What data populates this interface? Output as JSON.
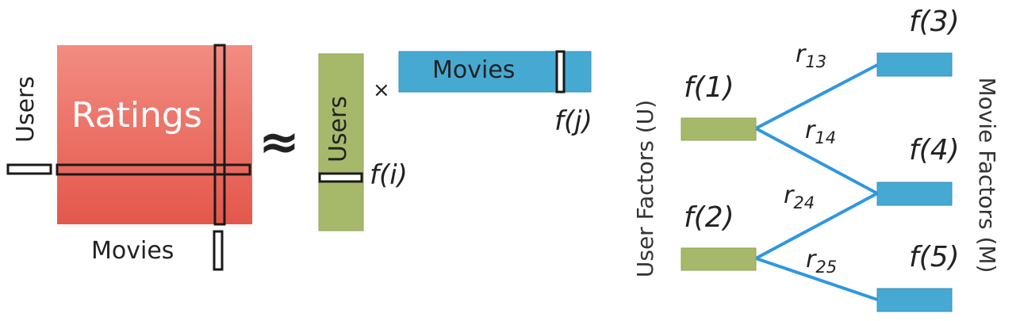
{
  "matrix": {
    "label": "Ratings",
    "row_label": "Users",
    "col_label": "Movies"
  },
  "approx_symbol": "≈",
  "times_symbol": "×",
  "user_factor": {
    "label": "Users",
    "vector_label": "f(i)"
  },
  "movie_factor": {
    "label": "Movies",
    "vector_label": "f(j)"
  },
  "graph": {
    "left_axis_label": "User Factors (U)",
    "right_axis_label": "Movie Factors (M)",
    "user_nodes": [
      "f(1)",
      "f(2)"
    ],
    "movie_nodes": [
      "f(3)",
      "f(4)",
      "f(5)"
    ],
    "edges": [
      {
        "from": "f(1)",
        "to": "f(3)",
        "label": "r13"
      },
      {
        "from": "f(1)",
        "to": "f(4)",
        "label": "r14"
      },
      {
        "from": "f(2)",
        "to": "f(4)",
        "label": "r24"
      },
      {
        "from": "f(2)",
        "to": "f(5)",
        "label": "r25"
      }
    ]
  },
  "colors": {
    "ratings_top": "#f28c82",
    "ratings_bottom": "#e4574b",
    "user_green": "#a6b96a",
    "movie_blue": "#46a9d2",
    "edge_blue": "#2f97e0",
    "outline": "#1a1a1a"
  }
}
